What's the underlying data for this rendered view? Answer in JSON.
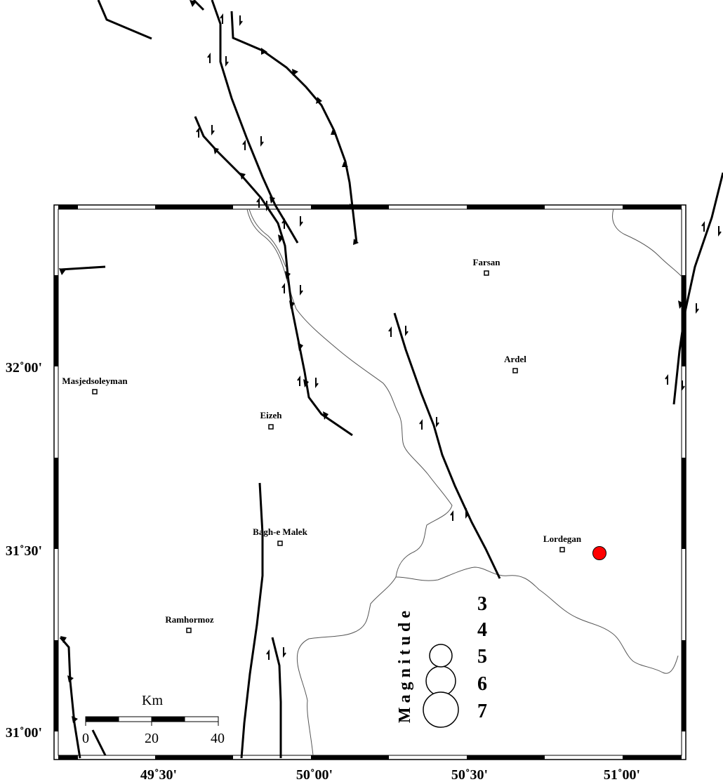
{
  "lon_labels": [
    "49˚30'",
    "50˚00'",
    "50˚30'",
    "51˚00'"
  ],
  "lat_labels": [
    "32˚00'",
    "31˚30'",
    "31˚00'"
  ],
  "cities": [
    {
      "name": "Farsan"
    },
    {
      "name": "Ardel"
    },
    {
      "name": "Masjedsoleyman"
    },
    {
      "name": "Eizeh"
    },
    {
      "name": "Bagh-e Malek"
    },
    {
      "name": "Lordegan"
    },
    {
      "name": "Ramhormoz"
    }
  ],
  "scale_bar": {
    "title": "Km",
    "ticks": [
      "0",
      "20",
      "40"
    ]
  },
  "legend": {
    "title": "M a g n i t u d e",
    "magnitudes": [
      "3",
      "4",
      "5",
      "6",
      "7"
    ]
  },
  "colors": {
    "event": "#ff0000",
    "fault": "#000000",
    "river": "#555555"
  }
}
